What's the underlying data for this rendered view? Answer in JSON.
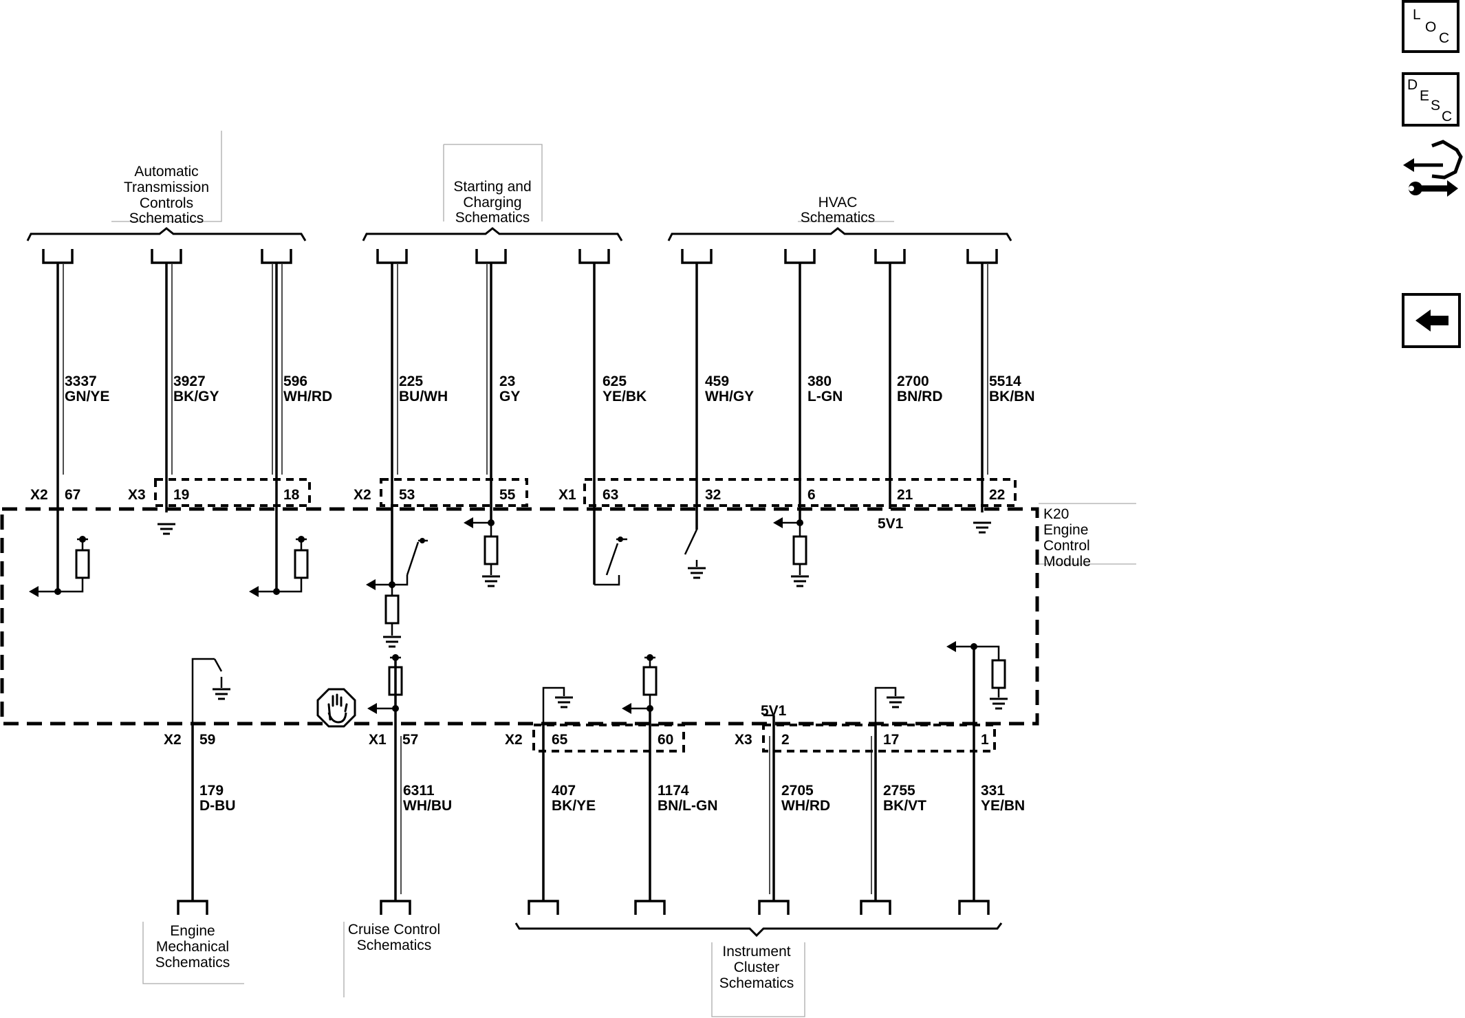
{
  "nav": {
    "loc": {
      "l1": "L",
      "l2": "O",
      "l3": "C"
    },
    "desc": {
      "l1": "D",
      "l2": "E",
      "l3": "S",
      "l4": "C"
    }
  },
  "module": {
    "line1": "K20",
    "line2": "Engine",
    "line3": "Control",
    "line4": "Module"
  },
  "voltage_labels": {
    "top": "5V1",
    "bottom": "5V1"
  },
  "groups": {
    "atc": {
      "line1": "Automatic",
      "line2": "Transmission",
      "line3": "Controls",
      "line4": "Schematics"
    },
    "starting": {
      "line1": "Starting and",
      "line2": "Charging",
      "line3": "Schematics"
    },
    "hvac": {
      "line1": "HVAC",
      "line2": "Schematics"
    },
    "engine_mech": {
      "line1": "Engine",
      "line2": "Mechanical",
      "line3": "Schematics"
    },
    "cruise": {
      "line1": "Cruise Control",
      "line2": "Schematics"
    },
    "cluster": {
      "line1": "Instrument",
      "line2": "Cluster",
      "line3": "Schematics"
    }
  },
  "connectors": {
    "top": [
      "X2",
      "X3",
      "X2",
      "X1"
    ],
    "bottom": [
      "X2",
      "X1",
      "X2",
      "X3"
    ]
  },
  "top_wires": [
    {
      "circuit": "3337",
      "color": "GN/YE",
      "pin": "67"
    },
    {
      "circuit": "3927",
      "color": "BK/GY",
      "pin": "19"
    },
    {
      "circuit": "596",
      "color": "WH/RD",
      "pin": "18"
    },
    {
      "circuit": "225",
      "color": "BU/WH",
      "pin": "53"
    },
    {
      "circuit": "23",
      "color": "GY",
      "pin": "55"
    },
    {
      "circuit": "625",
      "color": "YE/BK",
      "pin": "63"
    },
    {
      "circuit": "459",
      "color": "WH/GY",
      "pin": "32"
    },
    {
      "circuit": "380",
      "color": "L-GN",
      "pin": "6"
    },
    {
      "circuit": "2700",
      "color": "BN/RD",
      "pin": "21"
    },
    {
      "circuit": "5514",
      "color": "BK/BN",
      "pin": "22"
    }
  ],
  "bottom_wires": [
    {
      "circuit": "179",
      "color": "D-BU",
      "pin": "59"
    },
    {
      "circuit": "6311",
      "color": "WH/BU",
      "pin": "57"
    },
    {
      "circuit": "407",
      "color": "BK/YE",
      "pin": "65"
    },
    {
      "circuit": "1174",
      "color": "BN/L-GN",
      "pin": "60"
    },
    {
      "circuit": "2705",
      "color": "WH/RD",
      "pin": "2"
    },
    {
      "circuit": "2755",
      "color": "BK/VT",
      "pin": "17"
    },
    {
      "circuit": "331",
      "color": "YE/BN",
      "pin": "1"
    }
  ]
}
